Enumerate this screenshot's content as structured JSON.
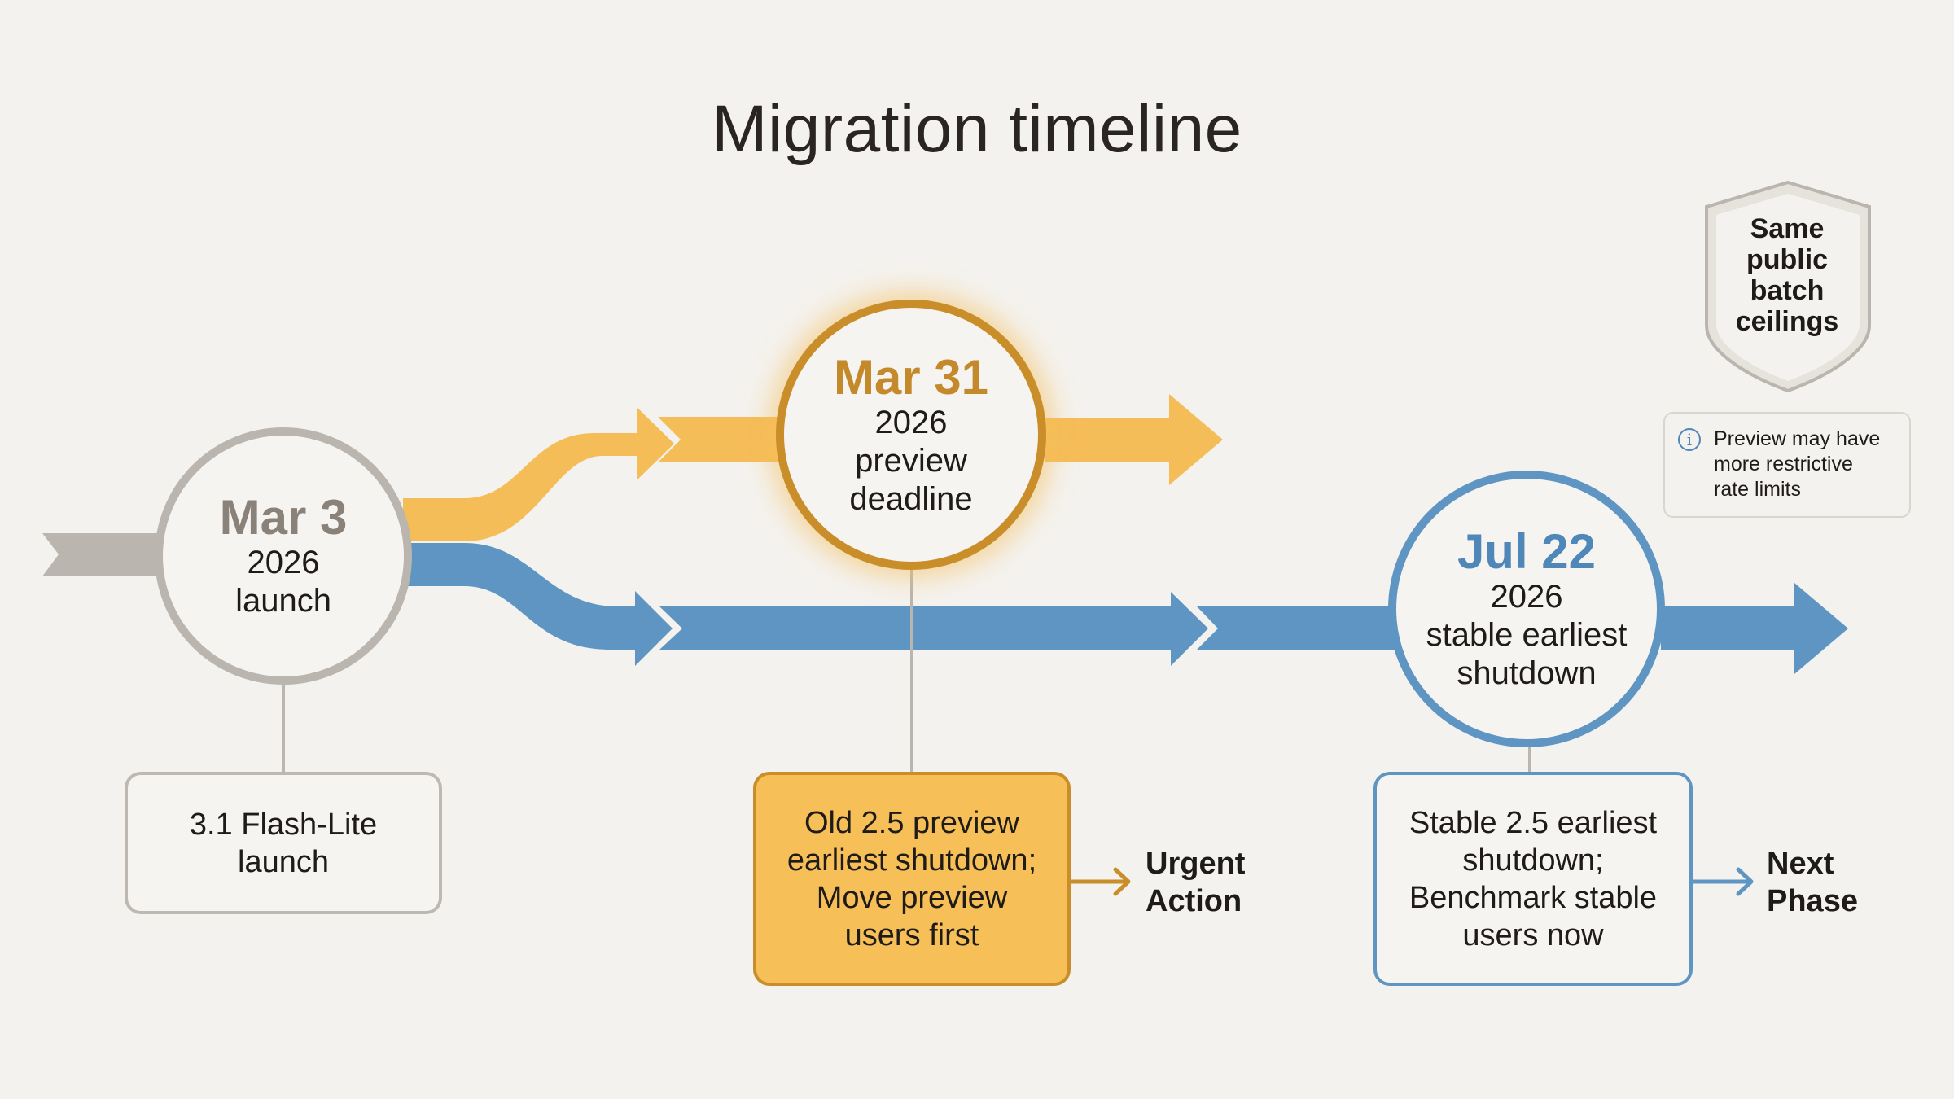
{
  "title": "Migration timeline",
  "colors": {
    "background": "#f4f2ee",
    "neutral": "#bab5ae",
    "preview_track": "#f5bd58",
    "preview_accent": "#c98e2a",
    "stable_track": "#5f95c2",
    "stable_accent": "#4f87b8"
  },
  "milestones": [
    {
      "date": "Mar 3",
      "year": "2026",
      "label_lines": [
        "launch"
      ],
      "card_lines": [
        "3.1 Flash-Lite",
        "launch"
      ]
    },
    {
      "date": "Mar 31",
      "year": "2026",
      "label_lines": [
        "preview",
        "deadline"
      ],
      "card_lines": [
        "Old 2.5 preview",
        "earliest shutdown;",
        "Move preview",
        "users first"
      ],
      "tag_lines": [
        "Urgent",
        "Action"
      ]
    },
    {
      "date": "Jul 22",
      "year": "2026",
      "label_lines": [
        "stable earliest",
        "shutdown"
      ],
      "card_lines": [
        "Stable 2.5 earliest",
        "shutdown;",
        "Benchmark stable",
        "users now"
      ],
      "tag_lines": [
        "Next",
        "Phase"
      ]
    }
  ],
  "tracks": [
    {
      "name": "preview",
      "color": "#f5bd58"
    },
    {
      "name": "stable",
      "color": "#5f95c2"
    }
  ],
  "shield": {
    "icon": "shield-icon",
    "lines": [
      "Same",
      "public",
      "batch",
      "ceilings"
    ]
  },
  "info_note": {
    "icon": "info-icon",
    "icon_glyph": "i",
    "lines": [
      "Preview may have",
      "more restrictive",
      "rate limits"
    ]
  }
}
